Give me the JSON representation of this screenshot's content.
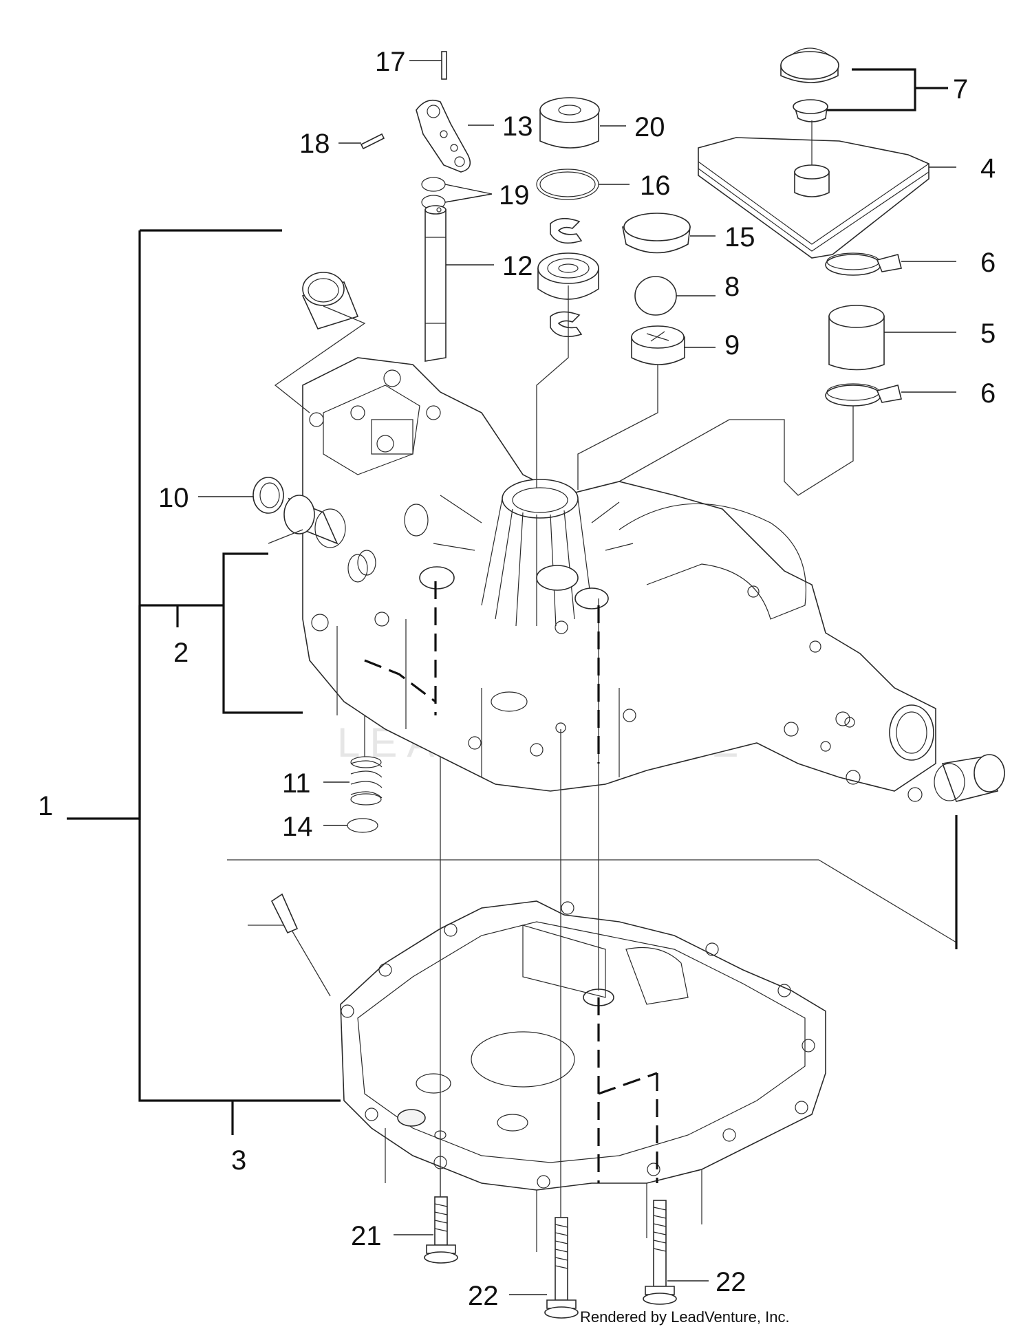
{
  "callouts": {
    "c1": "1",
    "c2": "2",
    "c3": "3",
    "c4": "4",
    "c5": "5",
    "c6a": "6",
    "c6b": "6",
    "c7": "7",
    "c8": "8",
    "c9": "9",
    "c10": "10",
    "c11": "11",
    "c12": "12",
    "c13": "13",
    "c14": "14",
    "c15": "15",
    "c16": "16",
    "c17": "17",
    "c18": "18",
    "c19": "19",
    "c20": "20",
    "c21": "21",
    "c22a": "22",
    "c22b": "22"
  },
  "watermark": "LEADVENTURE",
  "credit": "Rendered by LeadVenture, Inc."
}
